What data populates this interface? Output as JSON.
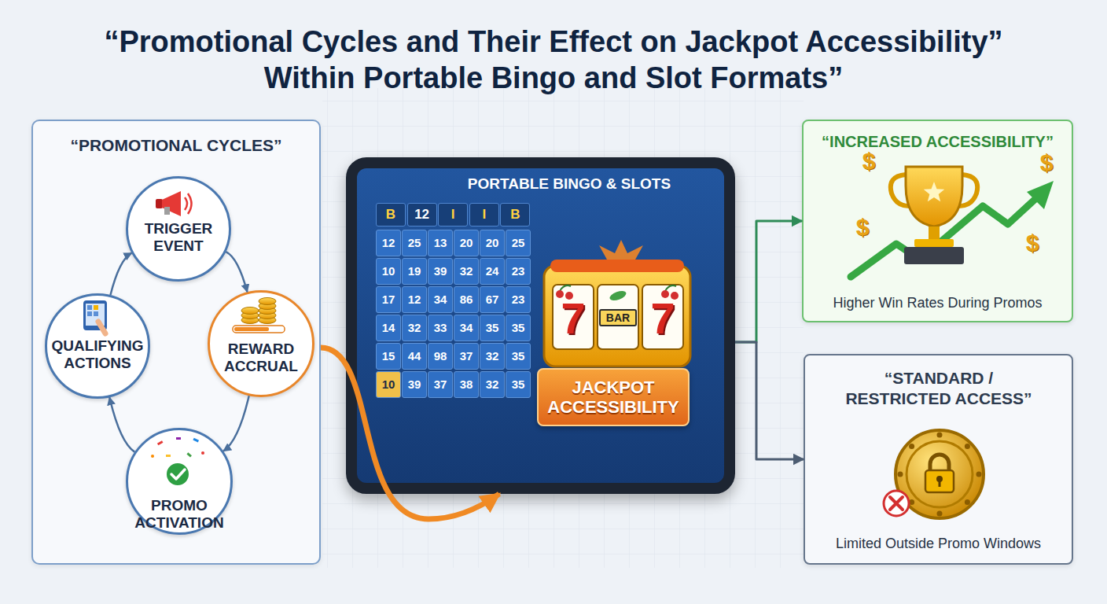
{
  "diagram": {
    "title": "“Promotional Cycles and Their Effect on Jackpot Accessibility” Within Portable Bingo and Slot Formats”",
    "nodes": [
      {
        "text": [
          "“PROMOTIONAL CYCLES”"
        ]
      },
      {
        "text": [
          "TRIGGER EVENT"
        ],
        "in": 0
      },
      {
        "text": [
          "REWARD ACCRUAL"
        ],
        "in": 0
      },
      {
        "text": [
          "PROMO ACTIVATION"
        ],
        "in": 0
      },
      {
        "text": [
          "QUALIFYING ACTIONS"
        ],
        "in": 0
      },
      {
        "text": [
          "PORTABLE BINGO & SLOTS"
        ]
      },
      {
        "text": [
          "JACKPOT ACCESSIBILITY"
        ],
        "in": 5
      },
      {
        "text": [
          "“INCREASED ACCESSIBILITY”",
          "Higher Win Rates During Promos"
        ]
      },
      {
        "text": [
          "“STANDARD / RESTRICTED ACCESS”",
          "Limited Outside Promo Windows"
        ]
      }
    ],
    "edges": [
      {
        "from": 1,
        "to": 2,
        "arrow": "to"
      },
      {
        "from": 2,
        "to": 3,
        "arrow": "to"
      },
      {
        "from": 3,
        "to": 4,
        "arrow": "to"
      },
      {
        "from": 4,
        "to": 1,
        "arrow": "to"
      },
      {
        "from": 0,
        "to": 5,
        "arrow": "to"
      },
      {
        "from": 5,
        "to": 7,
        "arrow": "to"
      },
      {
        "from": 5,
        "to": 8,
        "arrow": "to"
      }
    ],
    "labels": [
      "B",
      "12",
      "I",
      "I",
      "B",
      "12",
      "25",
      "13",
      "20",
      "20",
      "25",
      "10",
      "19",
      "39",
      "32",
      "24",
      "23",
      "17",
      "12",
      "34",
      "86",
      "67",
      "23",
      "14",
      "32",
      "33",
      "34",
      "35",
      "35",
      "15",
      "44",
      "98",
      "37",
      "32",
      "35",
      "10",
      "39",
      "37",
      "38",
      "32",
      "35",
      "7",
      "BAR",
      "7",
      "$",
      "$",
      "$",
      "$"
    ]
  }
}
